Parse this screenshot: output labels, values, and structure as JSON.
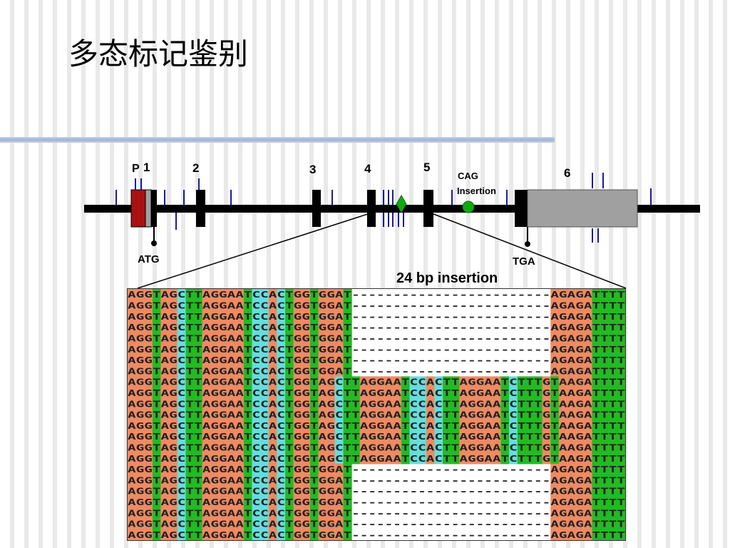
{
  "title": "多态标记鉴别",
  "labels": {
    "p": "P",
    "e1": "1",
    "e2": "2",
    "e3": "3",
    "e4": "4",
    "e5": "5",
    "e6": "6",
    "cag1": "CAG",
    "cag2": "Insertion",
    "atg": "ATG",
    "tga": "TGA",
    "insertion": "24 bp insertion"
  },
  "colors": {
    "A": "#ef8a62",
    "G": "#ef8a62",
    "T": "#22bb22",
    "C": "#66dddd",
    "gene_line": "#000000",
    "promoter": "#aa1111",
    "utr": "#a0a0a0",
    "snp_tick": "#1a1a9a",
    "marker": "#11aa11"
  },
  "alignment": {
    "short_allele": "AGGTAGCTTAGGAATCCACTGGTGGAT------------------------AGAGATTTT",
    "long_allele": "AGGTAGCTTAGGAATCCACTGGTAGCTTAGGAATCCACTTAGGAATCTTTGTAAGATTTT",
    "rows": [
      "AGGTAGCTTAGGAATCCACTGGTGGAT------------------------AGAGATTTT",
      "AGGTAGCTTAGGAATCCACTGGTGGAT------------------------AGAGATTTT",
      "AGGTAGCTTAGGAATCCACTGGTGGAT------------------------AGAGATTTT",
      "AGGTAGCTTAGGAATCCACTGGTGGAT------------------------AGAGATTTT",
      "AGGTAGCTTAGGAATCCACTGGTGGAT------------------------AGAGATTTT",
      "AGGTAGCTTAGGAATCCACTGGTGGAT------------------------AGAGATTTT",
      "AGGTAGCTTAGGAATCCACTGGTGGAT------------------------AGAGATTTT",
      "AGGTAGCTTAGGAATCCACTGGTGGAT------------------------AGAGATTTT",
      "AGGTAGCTTAGGAATCCACTGGTAGCTTAGGAATCCACTTAGGAATCTTTGTAAGATTTT",
      "AGGTAGCTTAGGAATCCACTGGTAGCTTAGGAATCCACTTAGGAATCTTTGTAAGATTTT",
      "AGGTAGCTTAGGAATCCACTGGTAGCTTAGGAATCCACTTAGGAATCTTTGTAAGATTTT",
      "AGGTAGCTTAGGAATCCACTGGTAGCTTAGGAATCCACTTAGGAATCTTTGTAAGATTTT",
      "AGGTAGCTTAGGAATCCACTGGTAGCTTAGGAATCCACTTAGGAATCTTTGTAAGATTTT",
      "AGGTAGCTTAGGAATCCACTGGTAGCTTAGGAATCCACTTAGGAATCTTTGTAAGATTTT",
      "AGGTAGCTTAGGAATCCACTGGTAGCTTAGGAATCCACTTAGGAATCTTTGTAAGATTTT",
      "AGGTAGCTTAGGAATCCACTGGTAGCTTAGGAATCCACTTAGGAATCTTTGTAAGATTTT",
      "AGGTAGCTTAGGAATCCACTGGTGGAT------------------------AGAGATTTT",
      "AGGTAGCTTAGGAATCCACTGGTGGAT------------------------AGAGATTTT",
      "AGGTAGCTTAGGAATCCACTGGTGGAT------------------------AGAGATTTT",
      "AGGTAGCTTAGGAATCCACTGGTGGAT------------------------AGAGATTTT",
      "AGGTAGCTTAGGAATCCACTGGTGGAT------------------------AGAGATTTT",
      "AGGTAGCTTAGGAATCCACTGGTGGAT------------------------AGAGATTTT",
      "AGGTAGCTTAGGAATCCACTGGTGGAT------------------------AGAGATTTT"
    ]
  }
}
